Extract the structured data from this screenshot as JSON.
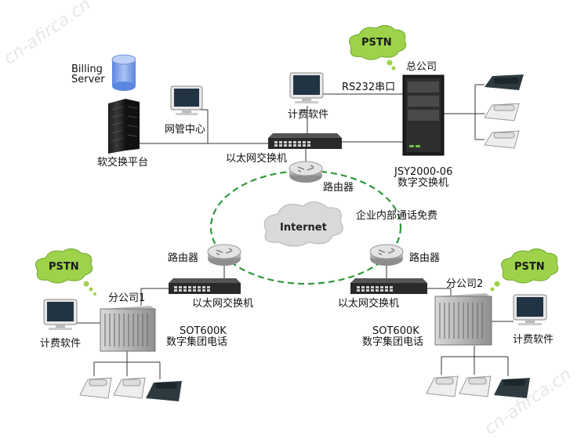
{
  "labels": {
    "billing_server_line1": "Billing",
    "billing_server_line2": "Server",
    "softswitch": "软交换平台",
    "nms_center": "网管中心",
    "billing_sw_hq": "计费软件",
    "rs232": "RS232串口",
    "headquarters": "总公司",
    "eth_switch_top": "以太网交换机",
    "router_top": "路由器",
    "jsy_model": "JSY2000-06",
    "jsy_desc": "数字交换机",
    "internal_free": "企业内部通话免费",
    "internet": "Internet",
    "router_left": "路由器",
    "router_right": "路由器",
    "branch1": "分公司1",
    "branch2": "分公司2",
    "eth_switch_left": "以太网交换机",
    "eth_switch_right": "以太网交换机",
    "sot_model_left": "SOT600K",
    "sot_desc_left": "数字集团电话",
    "sot_model_right": "SOT600K",
    "sot_desc_right": "数字集团电话",
    "billing_sw_b1": "计费软件",
    "billing_sw_b2": "计费软件",
    "pstn_hq": "PSTN",
    "pstn_b1": "PSTN",
    "pstn_b2": "PSTN"
  },
  "watermark": "cn-afirca.cn",
  "colors": {
    "pstn_cloud": "#9ed24a",
    "internet_cloud": "#d6d6d6",
    "ring": "#2f9a3a",
    "line": "#333333",
    "server_blue": "#7aa0e8"
  },
  "icons": [
    "database-icon",
    "server-rack-icon",
    "monitor-icon",
    "ethernet-switch-icon",
    "router-icon",
    "pbx-cabinet-icon",
    "telephone-icon",
    "cloud-icon"
  ]
}
